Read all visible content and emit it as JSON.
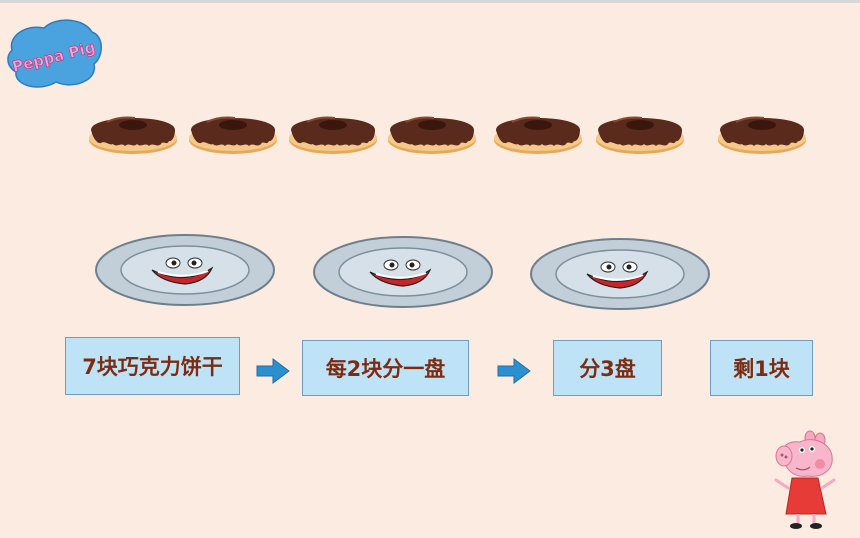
{
  "logo": {
    "text": "Peppa Pig"
  },
  "cookies": {
    "count": 7
  },
  "plates": {
    "count": 3
  },
  "labels": {
    "total": "7块巧克力饼干",
    "per_plate": "每2块分一盘",
    "plates_result": "分3盘",
    "remainder": "剩1块"
  },
  "colors": {
    "background": "#fcebe0",
    "box_fill": "#bfe3f6",
    "box_border": "#6f9bc4",
    "label_text": "#7b2c12",
    "arrow": "#2b8fd0",
    "chocolate": "#5a2a1c",
    "biscuit": "#e8a85a",
    "plate": "#c2ced8"
  }
}
